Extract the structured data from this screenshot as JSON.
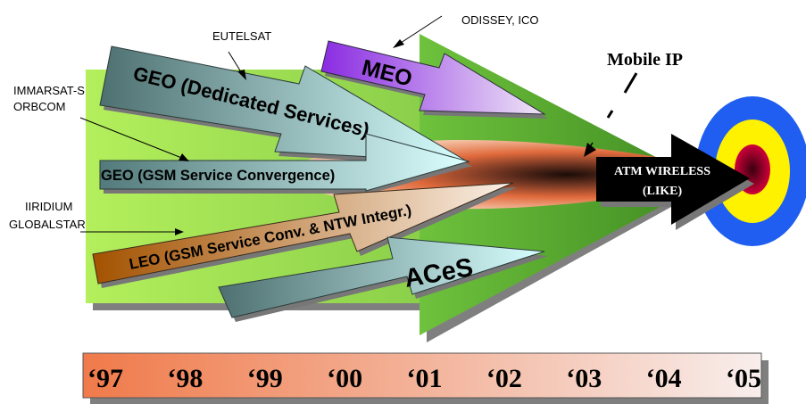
{
  "labels": {
    "eutelsat": "EUTELSAT",
    "odissey": "ODISSEY, ICO",
    "immarsat": "IMMARSAT-S",
    "orbcom": "ORBCOM",
    "iiridium": "IIRIDIUM",
    "globalstar": "GLOBALSTAR",
    "mobile_ip": "Mobile IP"
  },
  "arrows": {
    "geo_dedicated": "GEO (Dedicated Services)",
    "meo": "MEO",
    "geo_gsm": "GEO (GSM Service Convergence)",
    "leo": "LEO (GSM Service Conv. & NTW Integr.)",
    "aces": "ACeS"
  },
  "target": {
    "line1": "ATM WIRELESS",
    "line2": "(LIKE)"
  },
  "timeline": {
    "years": [
      "‘97",
      "‘98",
      "‘99",
      "‘00",
      "‘01",
      "‘02",
      "‘03",
      "‘04",
      "‘05"
    ]
  },
  "colors": {
    "green_light": "#b4ee5a",
    "green_dark": "#4e9a2a",
    "purple": "#8a2be2",
    "slate": "#4f7272",
    "cyan_light": "#d2ffff",
    "brown": "#a85a00",
    "timeline_start": "#f07a4a",
    "timeline_end": "#f7eceb"
  }
}
